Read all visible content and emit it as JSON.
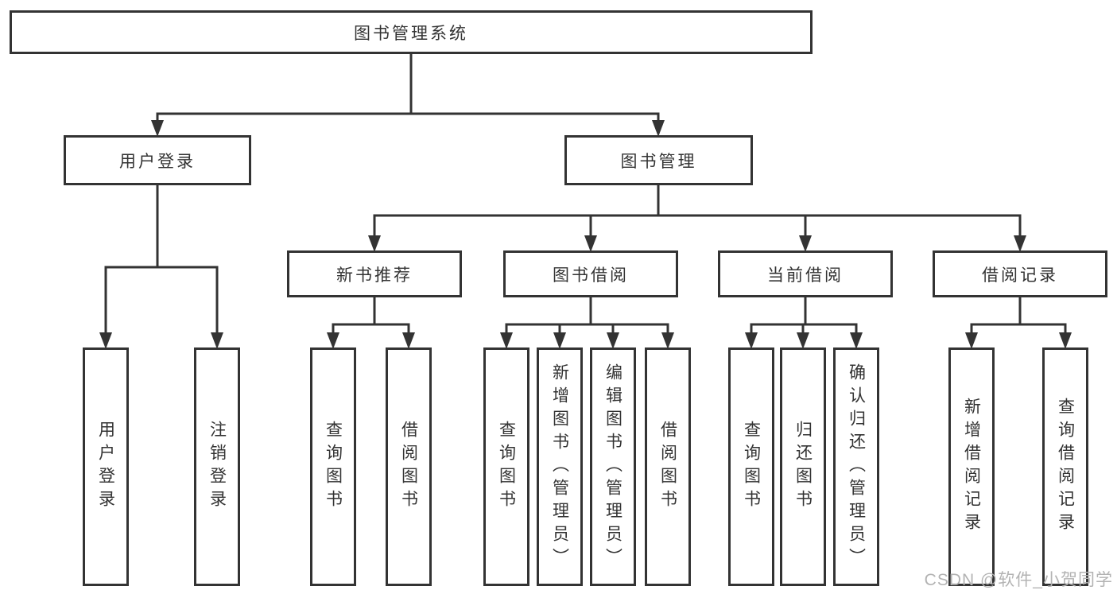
{
  "diagram": {
    "root": {
      "label": "图书管理系统"
    },
    "level2": [
      {
        "label": "用户登录"
      },
      {
        "label": "图书管理"
      }
    ],
    "level3": [
      {
        "label": "新书推荐"
      },
      {
        "label": "图书借阅"
      },
      {
        "label": "当前借阅"
      },
      {
        "label": "借阅记录"
      }
    ],
    "leaves": [
      {
        "label": "用户登录"
      },
      {
        "label": "注销登录"
      },
      {
        "label": "查询图书"
      },
      {
        "label": "借阅图书"
      },
      {
        "label": "查询图书"
      },
      {
        "label": "新增图书（管理员）"
      },
      {
        "label": "编辑图书（管理员）"
      },
      {
        "label": "借阅图书"
      },
      {
        "label": "查询图书"
      },
      {
        "label": "归还图书"
      },
      {
        "label": "确认归还（管理员）"
      },
      {
        "label": "新增借阅记录"
      },
      {
        "label": "查询借阅记录"
      }
    ]
  },
  "watermark": {
    "text": "CSDN @软件_小贺同学"
  },
  "colors": {
    "line": "#333333",
    "box_border": "#333333",
    "box_fill": "#ffffff",
    "text": "#333333",
    "watermark": "#b3b3b3"
  }
}
